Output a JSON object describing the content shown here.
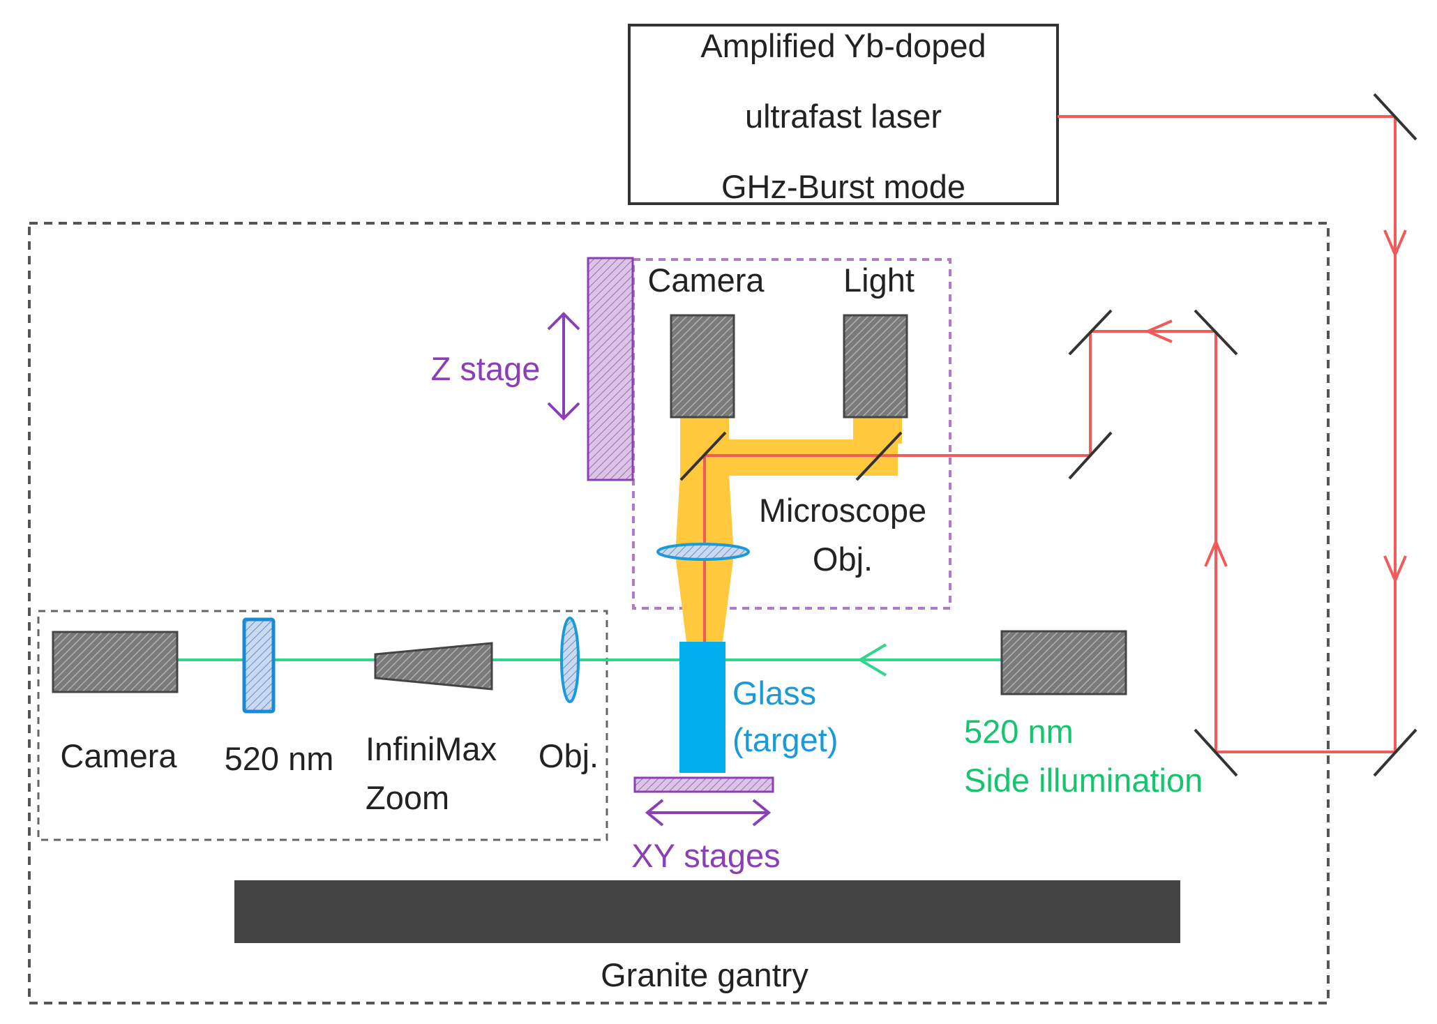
{
  "colors": {
    "laser": "#f05a5a",
    "illumination": "#2fd68c",
    "stage": "#8b3fb5",
    "optic_blue": "#1a9ad6",
    "glass": "#00aeef",
    "beam_yellow": "#ffc83d",
    "text_dark": "#222222",
    "text_green": "#16c46f",
    "gantry": "#444444"
  },
  "laser_source": {
    "line1": "Amplified Yb-doped",
    "line2": "ultrafast laser",
    "line3": "GHz-Burst mode"
  },
  "microscope_module": {
    "camera_label": "Camera",
    "light_label": "Light",
    "objective_label_line1": "Microscope",
    "objective_label_line2": "Obj.",
    "z_stage_label": "Z stage"
  },
  "side_imaging": {
    "camera_label": "Camera",
    "filter_label": "520 nm",
    "zoom_label_line1": "InfiniMax",
    "zoom_label_line2": "Zoom",
    "objective_label": "Obj."
  },
  "sample": {
    "glass_line1": "Glass",
    "glass_line2": "(target)",
    "xy_stage_label": "XY stages"
  },
  "illumination": {
    "line1": "520 nm",
    "line2": "Side illumination"
  },
  "base": {
    "gantry_label": "Granite gantry"
  }
}
